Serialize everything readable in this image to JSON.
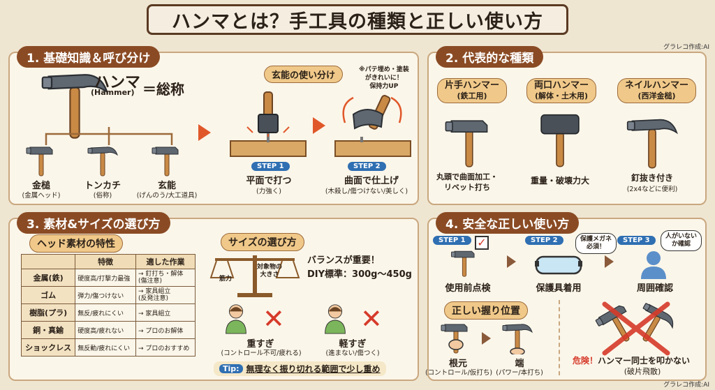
{
  "title": "ハンマとは？手工具の種類と正しい使い方",
  "credit_top": "グラレコ作成:AI",
  "credit_bottom": "グラレコ作成:AI",
  "colors": {
    "accent": "#8a4b24",
    "step": "#2f6fb2",
    "danger": "#d63a2a",
    "arrow": "#e0582a"
  },
  "s1": {
    "heading": "1. 基礎知識＆呼び分け",
    "main_word": "ハンマ",
    "main_en": "(Hammer)",
    "main_eq": "＝総称",
    "types": [
      {
        "name": "金槌",
        "note": "(金属ヘッド)"
      },
      {
        "name": "トンカチ",
        "note": "(俗称)"
      },
      {
        "name": "玄能",
        "note": "(げんのう/大工道具)"
      }
    ],
    "genno_title": "玄能の使い分け",
    "genno_note": "※パテ埋め・塗装\nがきれいに！\n保持力UP",
    "step1_badge": "STEP 1",
    "step1_label": "平面で打つ",
    "step1_sub": "(力強く)",
    "step2_badge": "STEP 2",
    "step2_label": "曲面で仕上げ",
    "step2_sub": "(木殺し/傷つけない/美しく)"
  },
  "s2": {
    "heading": "2. 代表的な種類",
    "items": [
      {
        "name": "片手ハンマー",
        "note": "(鉄工用)",
        "desc": "丸頭で曲面加工・\nリベット打ち"
      },
      {
        "name": "両口ハンマー",
        "note": "(解体・土木用)",
        "desc": "重量・破壊力大"
      },
      {
        "name": "ネイルハンマー",
        "note": "(西洋金槌)",
        "desc": "釘抜き付き",
        "desc2": "(2x4などに便利)"
      }
    ]
  },
  "s3": {
    "heading": "3. 素材&サイズの選び方",
    "material_title": "ヘッド素材の特性",
    "table_headers": [
      "",
      "特徴",
      "適した作業"
    ],
    "rows": [
      {
        "material": "金属(鉄)",
        "feature": "硬度高/打撃力最強",
        "use": "→ 釘打ち・解体\n(傷注意)"
      },
      {
        "material": "ゴム",
        "feature": "弾力/傷つけない",
        "use": "→ 家具組立\n(反発注意)"
      },
      {
        "material": "樹脂(プラ)",
        "feature": "無反/疲れにくい",
        "use": "→ 家具組立"
      },
      {
        "material": "銅・真鍮",
        "feature": "硬度高/疲れない",
        "use": "→ プロのお解体"
      },
      {
        "material": "ショックレス",
        "feature": "無反動/疲れにくい",
        "use": "→ プロのおすすめ"
      }
    ],
    "size_title": "サイズの選び方",
    "balance_left": "筋力",
    "balance_right": "対象物の\n大きさ",
    "balance_text": "バランスが重要！",
    "diy_std": "DIY標準：300g〜450g",
    "heavy_label": "重すぎ",
    "heavy_sub": "(コントロール不可/疲れる)",
    "light_label": "軽すぎ",
    "light_sub": "(進まない/傷つく)",
    "tip_tag": "Tip:",
    "tip_text": "無理なく振り切れる範囲で少し重め"
  },
  "s4": {
    "heading": "4. 安全な正しい使い方",
    "steps": [
      {
        "badge": "STEP 1",
        "label": "使用前点検"
      },
      {
        "badge": "STEP 2",
        "label": "保護具着用",
        "bubble": "保護メガネ\n必須！"
      },
      {
        "badge": "STEP 3",
        "label": "周囲確認",
        "bubble": "人がいない\nか確認"
      }
    ],
    "grip_title": "正しい握り位置",
    "grip_items": [
      {
        "label": "根元",
        "sub": "(コントロール/仮打ち)"
      },
      {
        "label": "端",
        "sub": "(パワー/本打ち)"
      }
    ],
    "danger_tag": "危険！",
    "danger_text": "ハンマー同士を叩かない",
    "danger_sub": "(破片飛散)"
  }
}
